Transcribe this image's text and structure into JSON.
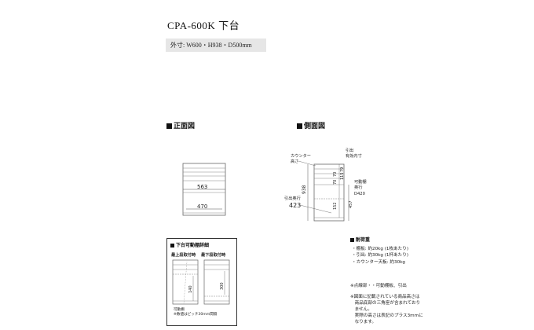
{
  "header": {
    "title": "CPA-600K 下台",
    "spec": "外寸: W600・H938・D500mm"
  },
  "front_view": {
    "heading": "正面図",
    "dim_upper": "563",
    "dim_lower": "470"
  },
  "side_view": {
    "heading": "側面図",
    "label_counter": "カウンター\n高さ",
    "label_drawer_depth_title": "引出\n有効内寸",
    "label_shelf_depth_title": "可動棚\n奥行",
    "label_shelf_depth_value": "D420",
    "label_drawer_front_title": "引出奥行",
    "label_drawer_front_value": "423",
    "dim_total_height": "938",
    "dim_right": "457",
    "dim_stack": [
      "115",
      "79",
      "70",
      "70",
      "152"
    ]
  },
  "detail": {
    "heading": "下台可動棚詳細",
    "left_caption": "最上段取付時",
    "right_caption": "最下段取付時",
    "left_dim": "140",
    "right_dim": "300",
    "note": "可動棚\n※数値はピッチ30mm間隔"
  },
  "load_capacity": {
    "heading": "耐荷重",
    "items": [
      "・棚板: 約20kg (1枚あたり)",
      "・引出: 約30kg (1杯あたり)",
      "・カウンター天板: 約30kg"
    ]
  },
  "notes": [
    "※点線部・・可動棚板、引出",
    "※図面に記載されている商品高さは\n　商品底部の三角座が含まれており\n　ません。\n　実際の高さは表記のプラス3mmに\n　なります。"
  ]
}
